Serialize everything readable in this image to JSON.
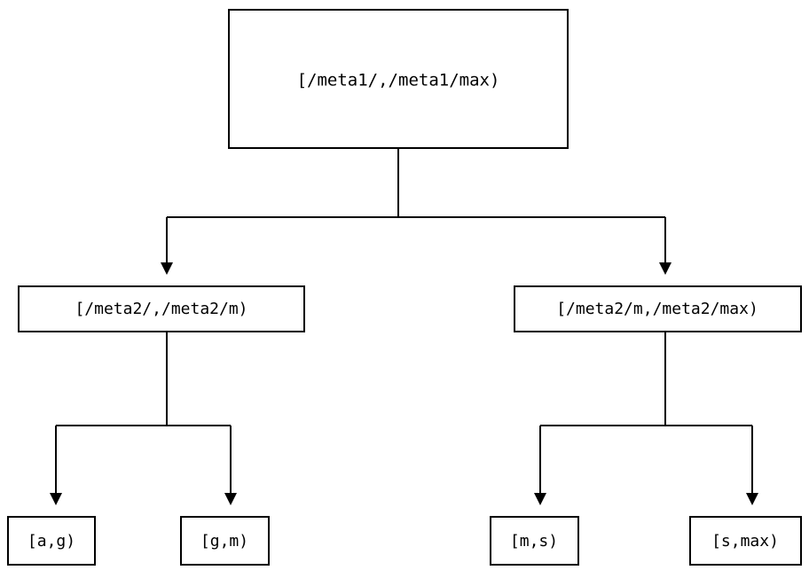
{
  "diagram": {
    "type": "tree",
    "title": "",
    "background_color": "#ffffff",
    "line_color": "#000000",
    "text_color": "#000000",
    "levels": 3,
    "nodes": {
      "root": {
        "label": "[/meta1/,/meta1/max)",
        "level": 0
      },
      "branch_left": {
        "label": "[/meta2/,/meta2/m)",
        "level": 1
      },
      "branch_right": {
        "label": "[/meta2/m,/meta2/max)",
        "level": 1
      },
      "leaf_1": {
        "label": "[a,g)",
        "level": 2
      },
      "leaf_2": {
        "label": "[g,m)",
        "level": 2
      },
      "leaf_3": {
        "label": "[m,s)",
        "level": 2
      },
      "leaf_4": {
        "label": "[s,max)",
        "level": 2
      }
    },
    "edges": [
      {
        "from": "root",
        "to": "branch_left"
      },
      {
        "from": "root",
        "to": "branch_right"
      },
      {
        "from": "branch_left",
        "to": "leaf_1"
      },
      {
        "from": "branch_left",
        "to": "leaf_2"
      },
      {
        "from": "branch_right",
        "to": "leaf_3"
      },
      {
        "from": "branch_right",
        "to": "leaf_4"
      }
    ]
  }
}
